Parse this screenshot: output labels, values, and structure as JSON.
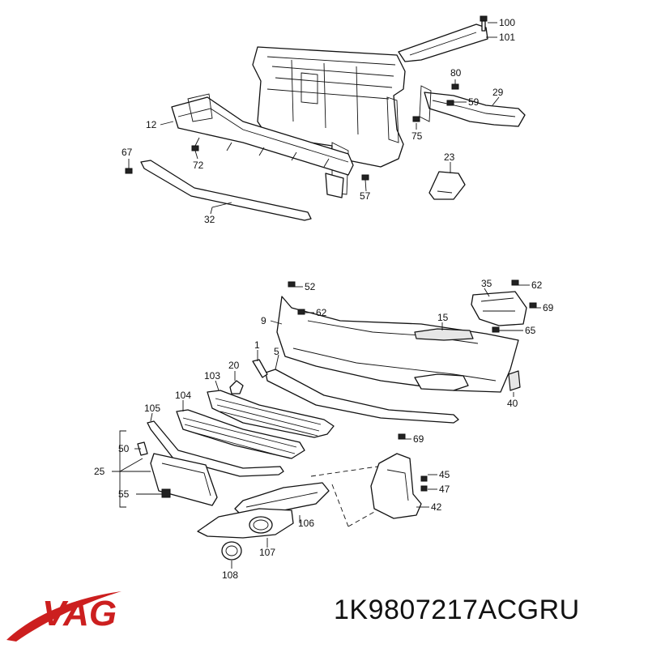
{
  "brand": {
    "name": "VAG",
    "color": "#cc1f1f",
    "swoosh_color": "#cc1f1f"
  },
  "part_number": "1K9807217ACGRU",
  "callouts": {
    "c100": "100",
    "c101": "101",
    "c80": "80",
    "c29": "29",
    "c59": "59",
    "c75": "75",
    "c12": "12",
    "c67": "67",
    "c72": "72",
    "c23": "23",
    "c57": "57",
    "c32": "32",
    "c52": "52",
    "c62a": "62",
    "c35": "35",
    "c62b": "62",
    "c69a": "69",
    "c9": "9",
    "c15": "15",
    "c65": "65",
    "c1": "1",
    "c5": "5",
    "c20": "20",
    "c103": "103",
    "c104": "104",
    "c105": "105",
    "c40": "40",
    "c69b": "69",
    "c50": "50",
    "c25": "25",
    "c55": "55",
    "c45": "45",
    "c47": "47",
    "c42": "42",
    "c106": "106",
    "c107": "107",
    "c108": "108"
  }
}
